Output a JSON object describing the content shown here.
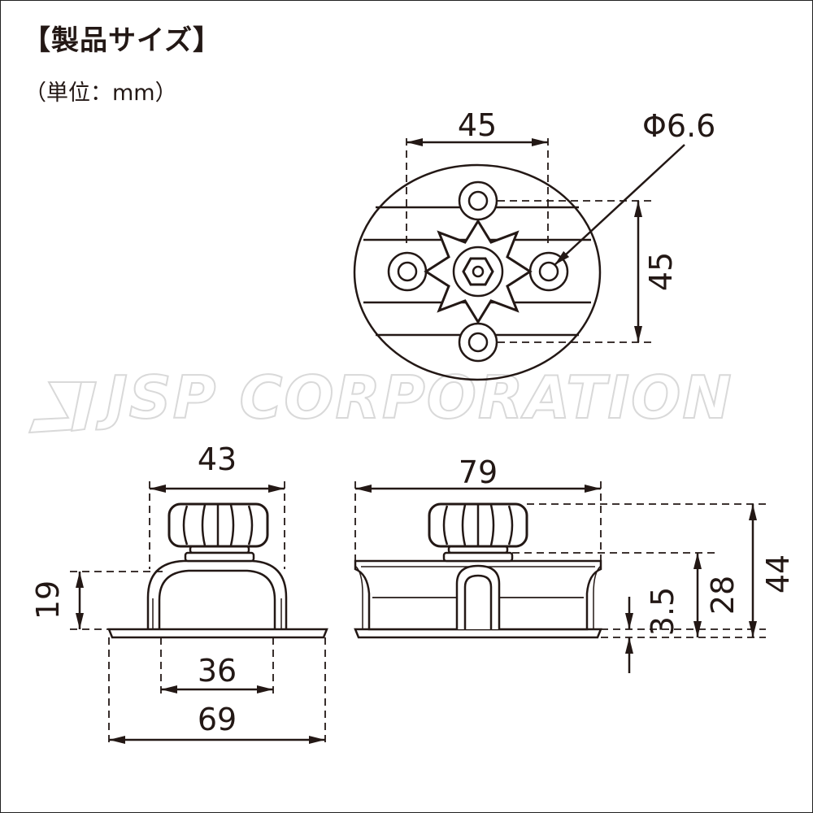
{
  "header": {
    "title": "【製品サイズ】",
    "unit": "（単位：mm）"
  },
  "watermark": "JSP CORPORATION",
  "dimensions": {
    "top_width": "45",
    "hole_diameter": "Φ6.6",
    "top_height": "45",
    "side_top_width": "43",
    "side_height": "19",
    "side_inner_width": "36",
    "side_base_width": "69",
    "front_width": "79",
    "total_height": "44",
    "mid_height": "28",
    "base_thickness": "3.5"
  },
  "colors": {
    "line": "#231815",
    "background": "#ffffff",
    "watermark_stroke": "#d9d9d9"
  }
}
